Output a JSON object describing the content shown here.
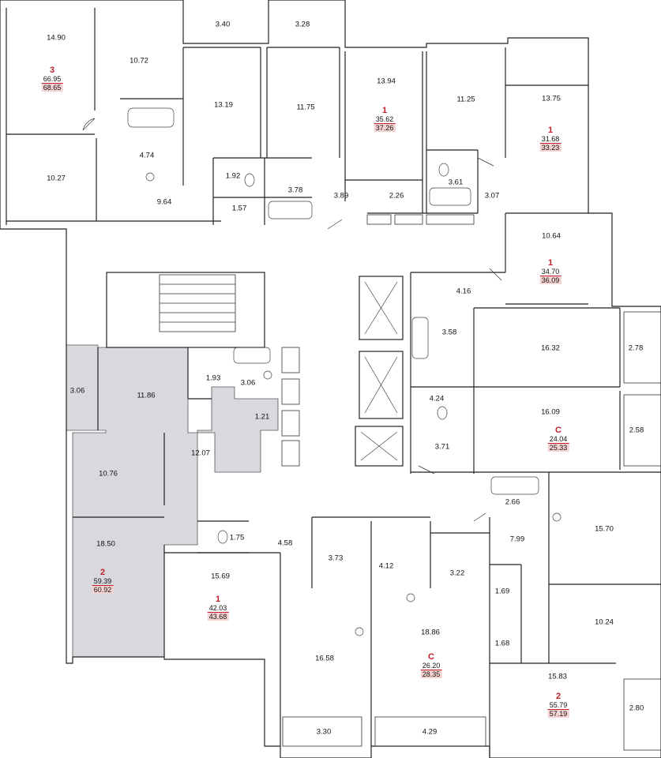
{
  "floor_plan": {
    "room_areas": [
      "14.90",
      "10.72",
      "3.40",
      "3.28",
      "13.94",
      "11.25",
      "13.75",
      "13.19",
      "11.75",
      "4.74",
      "10.27",
      "9.64",
      "1.92",
      "1.57",
      "3.78",
      "3.89",
      "2.26",
      "3.61",
      "3.07",
      "10.64",
      "4.16",
      "3.58",
      "16.32",
      "2.78",
      "3.06",
      "11.86",
      "1.93",
      "3.06",
      "4.24",
      "16.09",
      "1.21",
      "12.07",
      "3.71",
      "2.58",
      "10.76",
      "2.66",
      "18.50",
      "1.75",
      "4.58",
      "3.73",
      "4.12",
      "3.22",
      "7.99",
      "15.70",
      "15.69",
      "1.69",
      "10.24",
      "16.58",
      "18.86",
      "1.68",
      "15.83",
      "2.80",
      "3.30",
      "4.29"
    ],
    "apartments": [
      {
        "rooms": "3",
        "area_living": "66.95",
        "area_total": "68.65"
      },
      {
        "rooms": "1",
        "area_living": "35.62",
        "area_total": "37.26"
      },
      {
        "rooms": "1",
        "area_living": "31.68",
        "area_total": "33.23"
      },
      {
        "rooms": "1",
        "area_living": "34.70",
        "area_total": "36.09"
      },
      {
        "rooms": "С",
        "area_living": "24.04",
        "area_total": "25.33"
      },
      {
        "rooms": "2",
        "area_living": "59.39",
        "area_total": "60.92"
      },
      {
        "rooms": "1",
        "area_living": "42.03",
        "area_total": "43.68"
      },
      {
        "rooms": "С",
        "area_living": "26.20",
        "area_total": "28.35"
      },
      {
        "rooms": "2",
        "area_living": "55.79",
        "area_total": "57.19"
      }
    ],
    "colors": {
      "highlight": "#d9d8df",
      "accent": "#c0202a",
      "accent_bg": "#f6d3d3"
    }
  }
}
